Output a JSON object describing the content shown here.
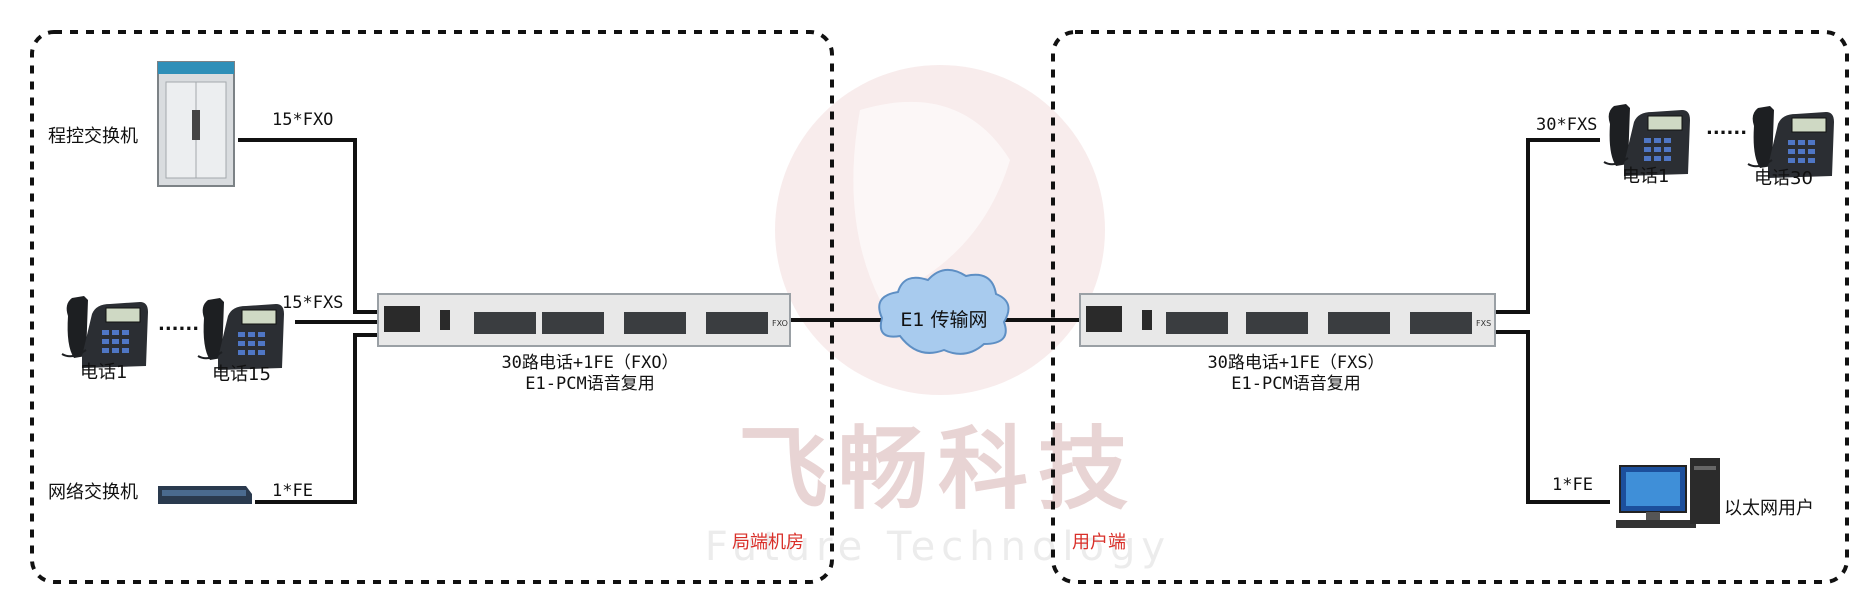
{
  "colors": {
    "line": "#111111",
    "zone_label": "#d9302a",
    "watermark": "#e8c8c8",
    "cloud": "#9dc2e8",
    "device": "#e8e8e8"
  },
  "left_zone": {
    "label": "局端机房"
  },
  "right_zone": {
    "label": "用户端"
  },
  "watermark": {
    "cn": "飞畅科技",
    "en": "Future Technology"
  },
  "network": {
    "label": "E1 传输网"
  },
  "left_side": {
    "switchboard": {
      "label": "程控交换机",
      "link": "15*FXO"
    },
    "phones": {
      "first": "电话1",
      "last": "电话15",
      "link": "15*FXS",
      "dots": "......"
    },
    "ethernet_switch": {
      "label": "网络交换机",
      "link": "1*FE"
    }
  },
  "right_side": {
    "phones": {
      "first": "电话1",
      "last": "电话30",
      "link": "30*FXS",
      "dots": "......"
    },
    "pc": {
      "label": "以太网用户",
      "link": "1*FE"
    }
  },
  "devices": {
    "left": {
      "line1": "30路电话+1FE（FXO）",
      "line2": "E1-PCM语音复用",
      "panel": "FXO"
    },
    "right": {
      "line1": "30路电话+1FE（FXS）",
      "line2": "E1-PCM语音复用",
      "panel": "FXS"
    }
  }
}
